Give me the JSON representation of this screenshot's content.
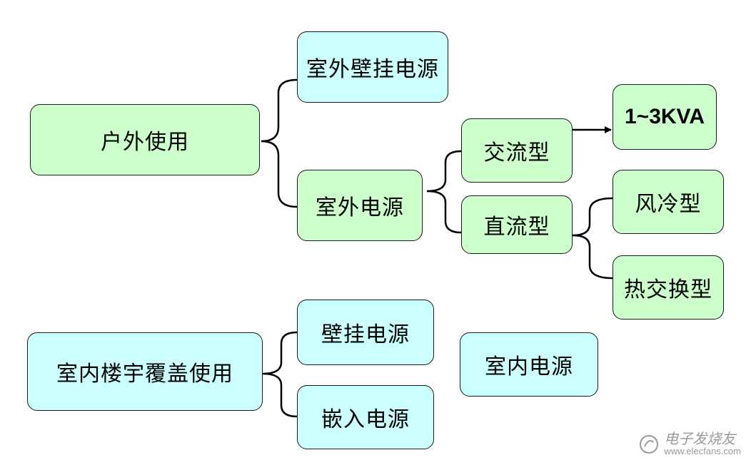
{
  "diagram": {
    "nodes": {
      "outdoor_use": "户外使用",
      "outdoor_wall_power": "室外壁挂电源",
      "outdoor_power": "室外电源",
      "ac_type": "交流型",
      "dc_type": "直流型",
      "kva_range": "1~3KVA",
      "air_cooled": "风冷型",
      "heat_exchange": "热交换型",
      "indoor_coverage_use": "室内楼宇覆盖使用",
      "wall_power": "壁挂电源",
      "embedded_power": "嵌入电源",
      "indoor_power": "室内电源"
    },
    "colors": {
      "green_fill": "#ccffcc",
      "cyan_fill": "#ccffff",
      "stroke": "#1a1a1a"
    }
  },
  "watermark": {
    "logo_text": "电子发烧友",
    "url": "www.elecfans.com"
  }
}
